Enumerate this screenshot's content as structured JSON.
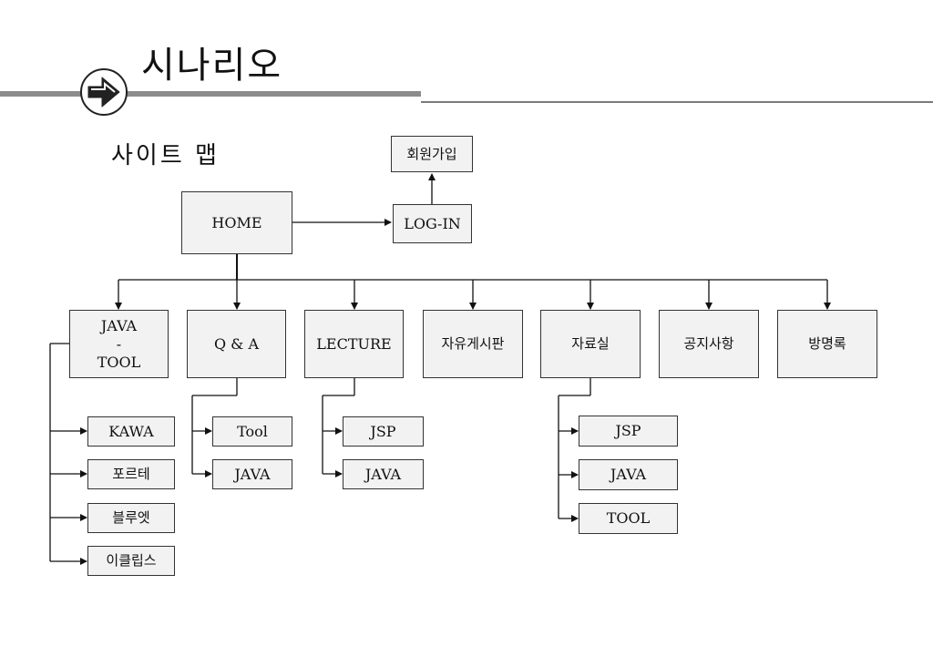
{
  "header": {
    "title": "시나리오",
    "subtitle": "사이트 맵"
  },
  "icons": {
    "title_marker": "arrow-right-circle-icon"
  },
  "colors": {
    "box_fill": "#f2f2f2",
    "box_border": "#333333",
    "rule_thick": "#8c8c8c",
    "rule_thin": "#7a7a7a"
  },
  "sitemap": {
    "home": "HOME",
    "login": "LOG-IN",
    "signup": "회원가입",
    "menu": {
      "java_tool": {
        "line1": "JAVA",
        "line2": "-",
        "line3": "TOOL"
      },
      "qna": "Q & A",
      "lecture": "LECTURE",
      "free_board": "자유게시판",
      "archive": "자료실",
      "notice": "공지사항",
      "guestbook": "방명록"
    },
    "java_tool_children": [
      "KAWA",
      "포르테",
      "블루엣",
      "이클립스"
    ],
    "qna_children": [
      "Tool",
      "JAVA"
    ],
    "lecture_children": [
      "JSP",
      "JAVA"
    ],
    "archive_children": [
      "JSP",
      "JAVA",
      "TOOL"
    ]
  }
}
